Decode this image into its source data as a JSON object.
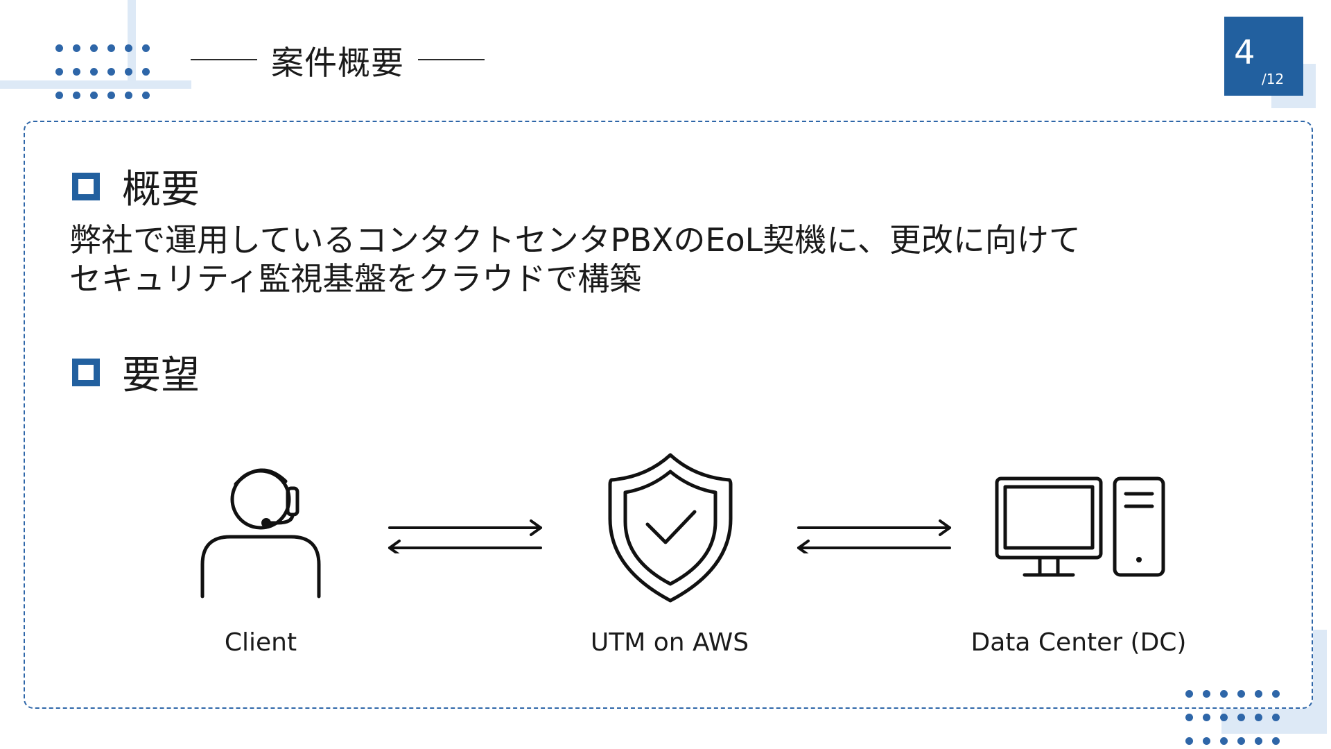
{
  "header": {
    "title": "案件概要",
    "page_current": "4",
    "page_total": "/12"
  },
  "sections": [
    {
      "heading": "概要",
      "body_lines": [
        "弊社で運用しているコンタクトセンタPBXのEoL契機に、更改に向けて",
        "セキュリティ監視基盤をクラウドで構築"
      ]
    },
    {
      "heading": "要望"
    }
  ],
  "diagram": {
    "nodes": [
      {
        "label": "Client",
        "icon": "headset-operator-icon"
      },
      {
        "label": "UTM on AWS",
        "icon": "shield-check-icon"
      },
      {
        "label": "Data Center (DC)",
        "icon": "desktop-computer-icon"
      }
    ],
    "connectors": [
      {
        "icon": "bidirectional-arrows-icon"
      },
      {
        "icon": "bidirectional-arrows-icon"
      }
    ]
  },
  "colors": {
    "accent": "#22609f",
    "dots": "#2e66a8",
    "deco": "#dde9f6",
    "text": "#1a1a1a"
  }
}
